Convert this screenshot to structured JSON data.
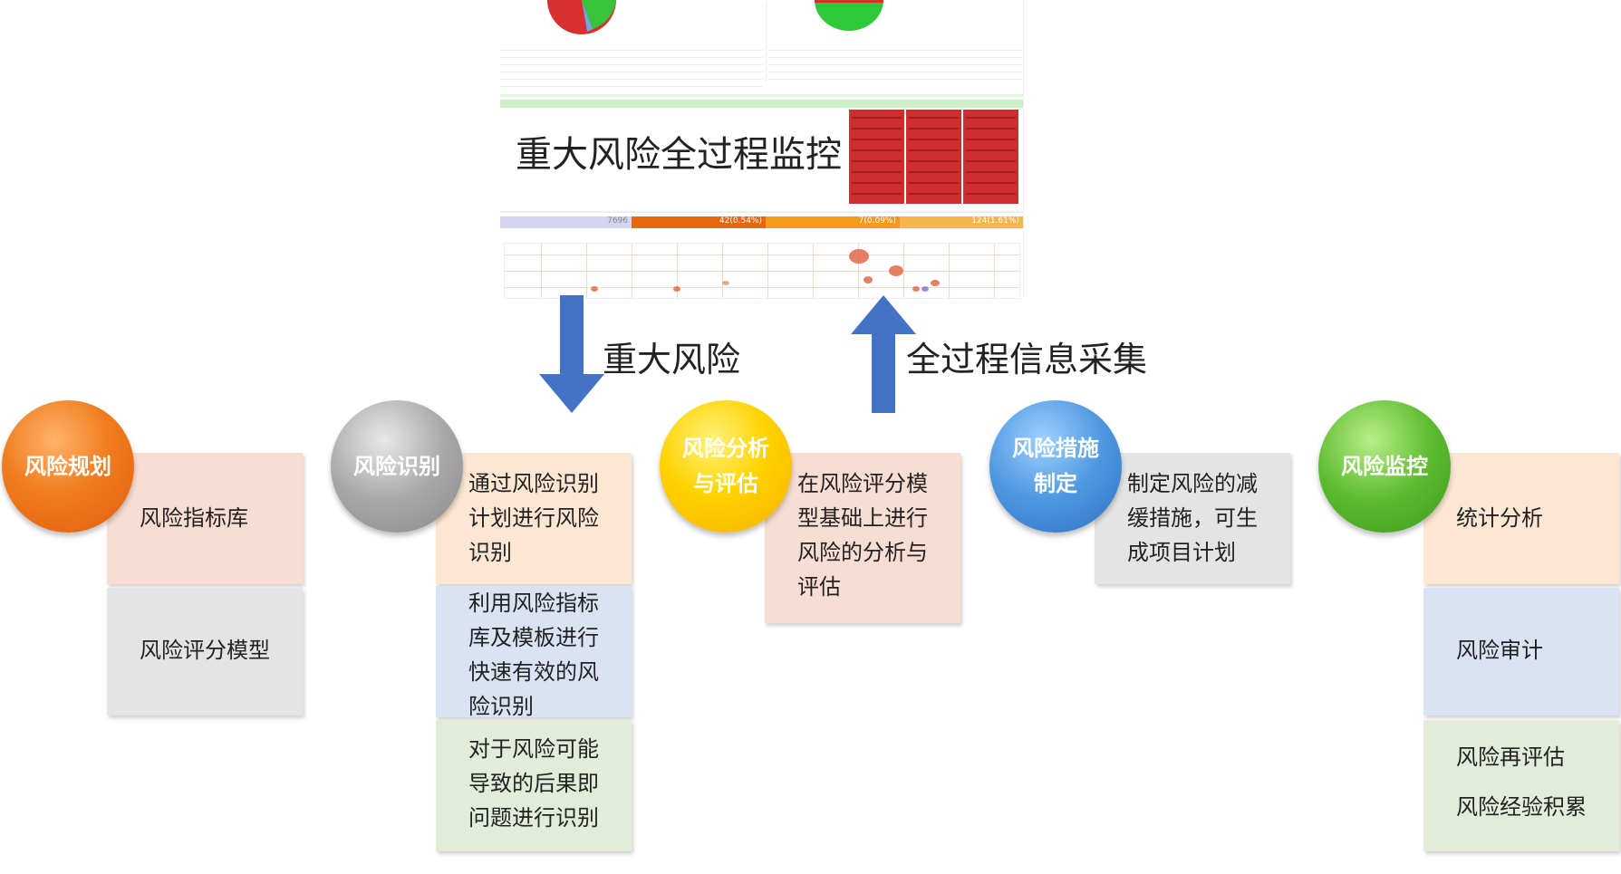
{
  "dashboard": {
    "title": "重大风险全过程监控",
    "summary_values": [
      "7696",
      "42(0.54%)",
      "7(0.09%)",
      "124(1.61%)"
    ]
  },
  "arrows": {
    "down_label": "重大风险",
    "up_label": "全过程信息采集"
  },
  "stages": [
    {
      "name": "风险规划",
      "items": [
        "风险指标库",
        "风险评分模型"
      ]
    },
    {
      "name": "风险识别",
      "items": [
        "通过风险识别计划进行风险识别",
        "利用风险指标库及模板进行快速有效的风险识别",
        "对于风险可能导致的后果即问题进行识别"
      ]
    },
    {
      "name": "风险分析\n与评估",
      "items": [
        "在风险评分模型基础上进行风险的分析与评估"
      ]
    },
    {
      "name": "风险措施\n制定",
      "items": [
        "制定风险的减缓措施，可生成项目计划"
      ]
    },
    {
      "name": "风险监控",
      "items": [
        "统计分析",
        "风险审计",
        "风险再评估",
        "风险经验积累"
      ]
    }
  ],
  "colors": {
    "orange": "#f07c1e",
    "gray": "#a8a8a8",
    "yellow": "#ffd200",
    "blue": "#4d97e0",
    "green": "#5dbb2f",
    "arrow": "#4472c4"
  }
}
